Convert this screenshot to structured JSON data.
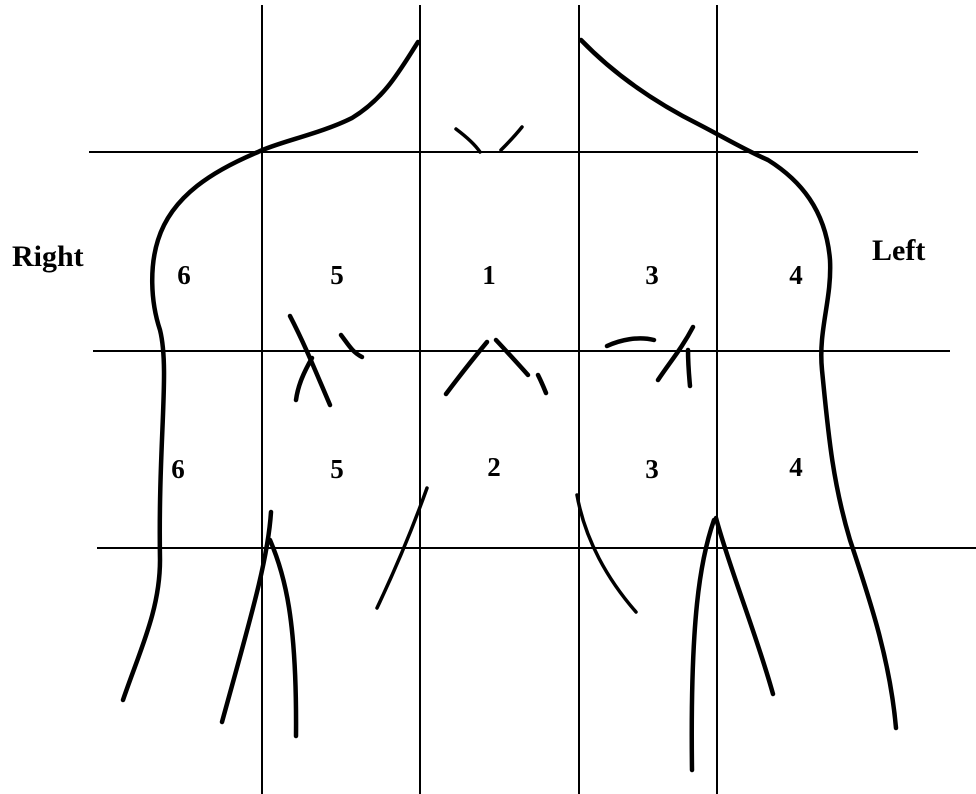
{
  "side_labels": {
    "right": "Right",
    "left": "Left"
  },
  "zones": {
    "upper": [
      "6",
      "5",
      "1",
      "3",
      "4"
    ],
    "lower": [
      "6",
      "5",
      "2",
      "3",
      "4"
    ]
  }
}
